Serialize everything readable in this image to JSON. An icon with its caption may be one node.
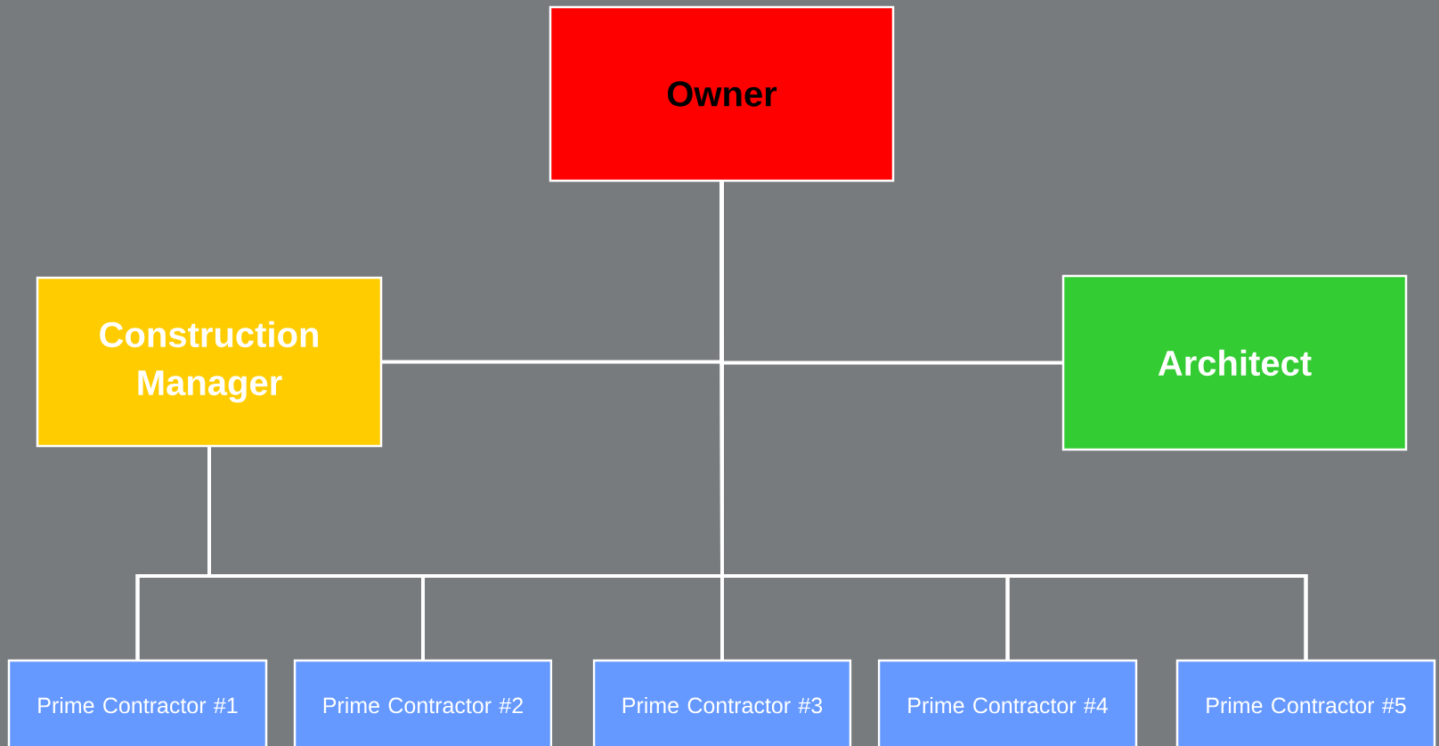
{
  "diagram": {
    "nodes": [
      {
        "text": [
          "Owner"
        ]
      },
      {
        "text": [
          "Construction Manager"
        ]
      },
      {
        "text": [
          "Architect"
        ]
      },
      {
        "text": [
          "Prime Contractor #1"
        ]
      },
      {
        "text": [
          "Prime Contractor #2"
        ]
      },
      {
        "text": [
          "Prime Contractor #3"
        ]
      },
      {
        "text": [
          "Prime Contractor #4"
        ]
      },
      {
        "text": [
          "Prime Contractor #5"
        ]
      }
    ],
    "edges": [
      {
        "from": 0,
        "to": 1,
        "arrow": "none"
      },
      {
        "from": 0,
        "to": 2,
        "arrow": "none"
      },
      {
        "from": 0,
        "to": 3,
        "arrow": "none"
      },
      {
        "from": 0,
        "to": 4,
        "arrow": "none"
      },
      {
        "from": 0,
        "to": 5,
        "arrow": "none"
      },
      {
        "from": 0,
        "to": 6,
        "arrow": "none"
      },
      {
        "from": 0,
        "to": 7,
        "arrow": "none"
      },
      {
        "from": 1,
        "to": 3,
        "arrow": "none"
      },
      {
        "from": 1,
        "to": 4,
        "arrow": "none"
      },
      {
        "from": 1,
        "to": 5,
        "arrow": "none"
      },
      {
        "from": 1,
        "to": 6,
        "arrow": "none"
      },
      {
        "from": 1,
        "to": 7,
        "arrow": "none"
      }
    ]
  }
}
